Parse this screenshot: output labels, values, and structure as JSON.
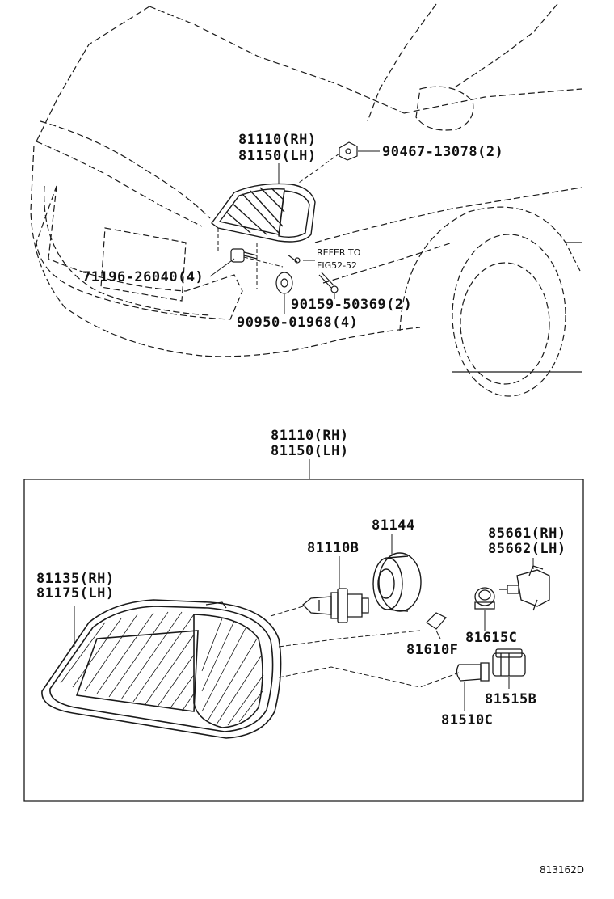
{
  "upper_view": {
    "headlamp_callout": {
      "line1": "81110(RH)",
      "line2": "81150(LH)"
    },
    "clip_callout": "90467-13078(2)",
    "bolt_callout": "71196-26040(4)",
    "screw_callout": "90159-50369(2)",
    "grommet_callout": "90950-01968(4)",
    "refer_note": {
      "line1": "REFER TO",
      "line2": "FIG52-52"
    }
  },
  "lower_view": {
    "assembly_callout": {
      "line1": "81110(RH)",
      "line2": "81150(LH)"
    },
    "lens_callout": {
      "line1": "81135(RH)",
      "line2": "81175(LH)"
    },
    "bulb_callout": "81110B",
    "cover_callout": "81144",
    "socket_callout": {
      "line1": "85661(RH)",
      "line2": "85662(LH)"
    },
    "socket_small_callout": "81615C",
    "wedge_bulb_callout": "81610F",
    "turn_socket_callout": "81515B",
    "turn_bulb_callout": "81510C"
  },
  "figure_id": "813162D"
}
